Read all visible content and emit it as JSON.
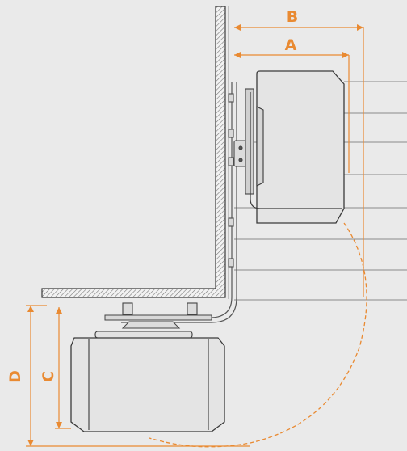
{
  "colors": {
    "background": "#eaeaea",
    "accent": "#e98a32",
    "outline": "#3a3a3a",
    "fill": "#e2e2e2",
    "rail": "#6a6a6a"
  },
  "dimensions": {
    "a_label": "A",
    "b_label": "B",
    "c_label": "C",
    "d_label": "D"
  }
}
